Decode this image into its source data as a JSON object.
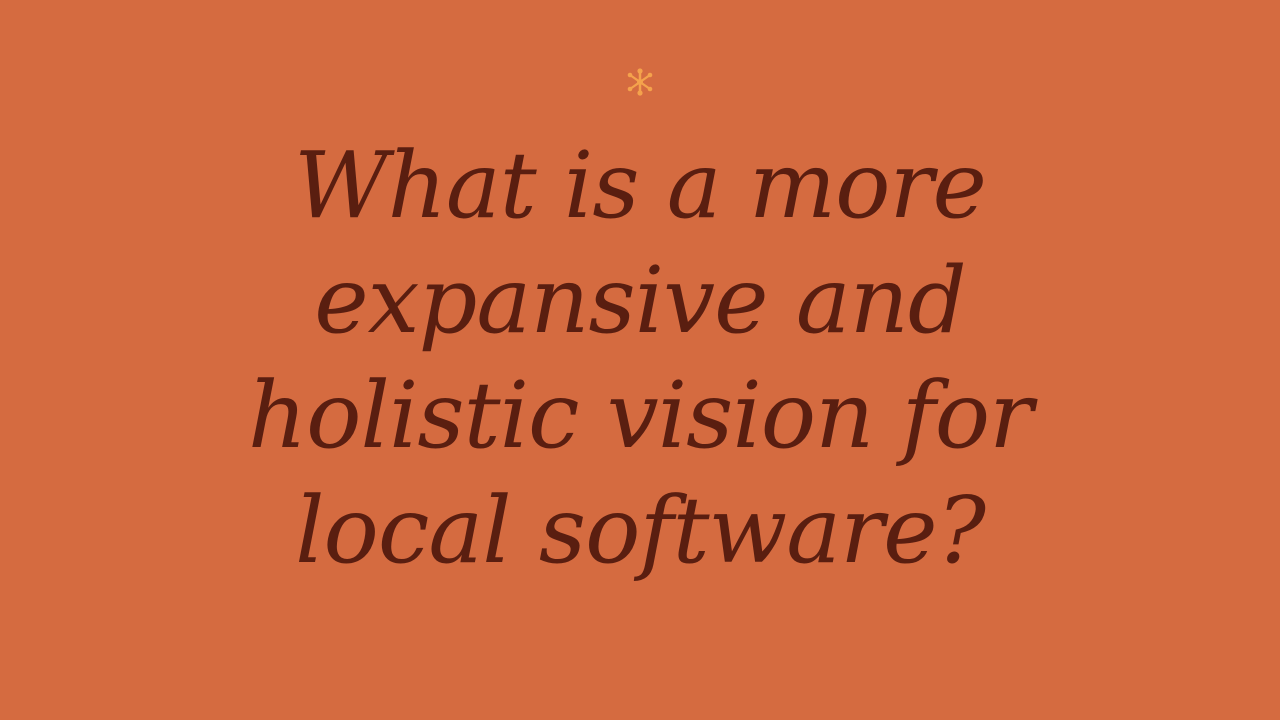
{
  "slide": {
    "background_color": "#D56B40",
    "text_color": "#5A1E10",
    "ornament": {
      "icon": "asterisk-flower-icon",
      "color": "#F4A24C"
    },
    "headline_lines": [
      "What is a more",
      "expansive and",
      "holistic vision for",
      "local software?"
    ]
  }
}
